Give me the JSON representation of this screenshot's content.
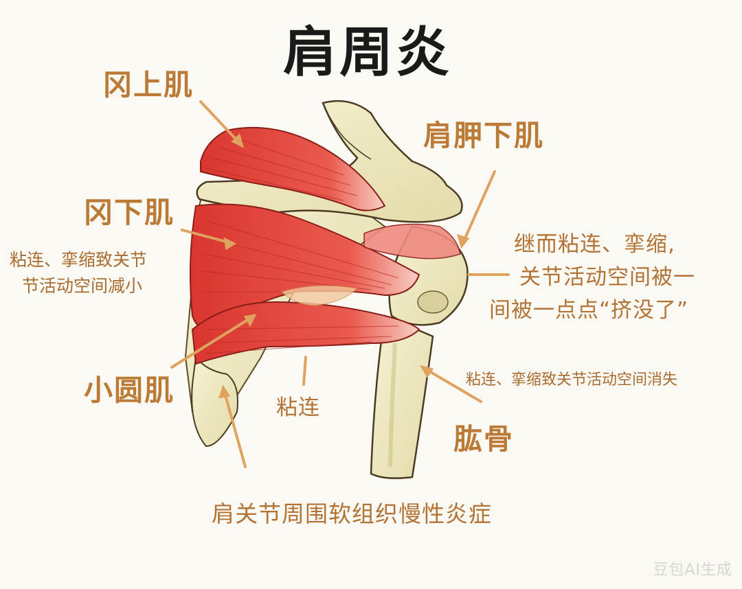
{
  "title": "肩周炎",
  "labels": {
    "supraspinatus": "冈上肌",
    "infraspinatus": "冈下肌",
    "subscapularis": "肩胛下肌",
    "teres_minor": "小圆肌",
    "humerus": "肱骨",
    "adhesion": "粘连"
  },
  "notes": {
    "left_line1": "粘连、挛缩致关节",
    "left_line2": "节活动空间减小",
    "right_line1": "继而粘连、挛缩,",
    "right_line2": "关节活动空间被一",
    "right_line3": "间被一点点“挤没了”",
    "lower_right": "粘连、挛缩致关节活动空间消失",
    "bottom": "肩关节周围软组织慢性炎症"
  },
  "watermark": "豆包AI生成",
  "colors": {
    "muscle": "#e2493f",
    "muscle_light": "#f3a49c",
    "bone": "#f1edc7",
    "bone_shade": "#dcd3a2",
    "arrow": "#e0a35f",
    "text": "#b8762f"
  }
}
